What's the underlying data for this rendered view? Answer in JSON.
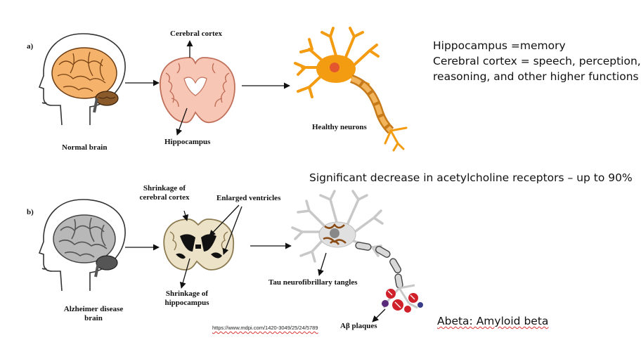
{
  "panel_a": {
    "label": "a)",
    "normal_brain": "Normal brain",
    "cerebral_cortex": "Cerebral cortex",
    "hippocampus": "Hippocampus",
    "healthy_neurons": "Healthy neurons"
  },
  "panel_b": {
    "label": "b)",
    "shrinkage_cortex_line1": "Shrinkage of",
    "shrinkage_cortex_line2": "cerebral cortex",
    "enlarged_ventricles": "Enlarged ventricles",
    "shrinkage_hippo_line1": "Shrinkage of",
    "shrinkage_hippo_line2": "hippocampus",
    "ad_brain_line1": "Alzheimer disease",
    "ad_brain_line2": "brain",
    "tau": "Tau neurofibrillary tangles",
    "plaques": "Aβ plaques"
  },
  "notes": {
    "line1": "Hippocampus =memory",
    "line2": "Cerebral cortex = speech, perception,",
    "line3": "reasoning, and other higher functions",
    "acetylcholine": "Significant decrease in acetylcholine receptors – up to 90%",
    "abeta": "Abeta: Amyloid beta"
  },
  "source_url": "https://www.mdpi.com/1420-3049/25/24/5789",
  "colors": {
    "healthy_brain": "#f4b26b",
    "healthy_section": "#f7c6b4",
    "neuron_orange": "#f39c12",
    "ad_brain": "#b8b8b8",
    "ad_section": "#ece2c8",
    "plaque_red": "#d0202a"
  }
}
